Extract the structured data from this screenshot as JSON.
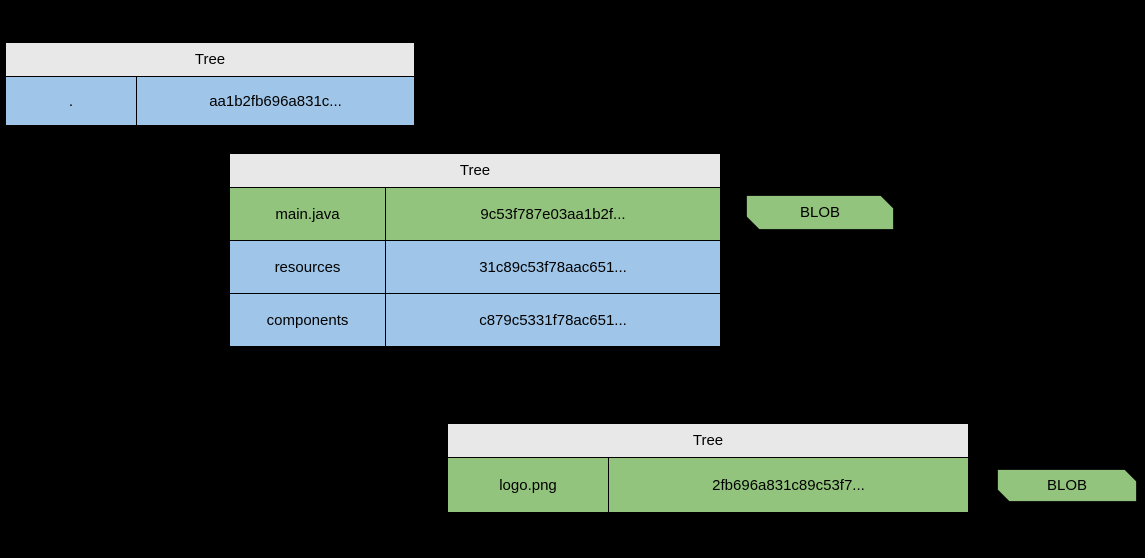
{
  "diagram": {
    "background_color": "#000000",
    "colors": {
      "tree_row_fill": "#9FC5E8",
      "blob_row_fill": "#93C47D",
      "header_fill": "#E8E8E8",
      "border": "#000000",
      "text": "#000000"
    },
    "tables": [
      {
        "title": "Tree",
        "rows": [
          {
            "name": ".",
            "hash": "aa1b2fb696a831c...",
            "type": "tree"
          }
        ]
      },
      {
        "title": "Tree",
        "rows": [
          {
            "name": "main.java",
            "hash": "9c53f787e03aa1b2f...",
            "type": "blob"
          },
          {
            "name": "resources",
            "hash": "31c89c53f78aac651...",
            "type": "tree"
          },
          {
            "name": "components",
            "hash": "c879c5331f78ac651...",
            "type": "tree"
          }
        ]
      },
      {
        "title": "Tree",
        "rows": [
          {
            "name": "logo.png",
            "hash": "2fb696a831c89c53f7...",
            "type": "blob"
          }
        ]
      }
    ],
    "blob_tags": [
      {
        "label": "BLOB"
      },
      {
        "label": "BLOB"
      }
    ]
  }
}
